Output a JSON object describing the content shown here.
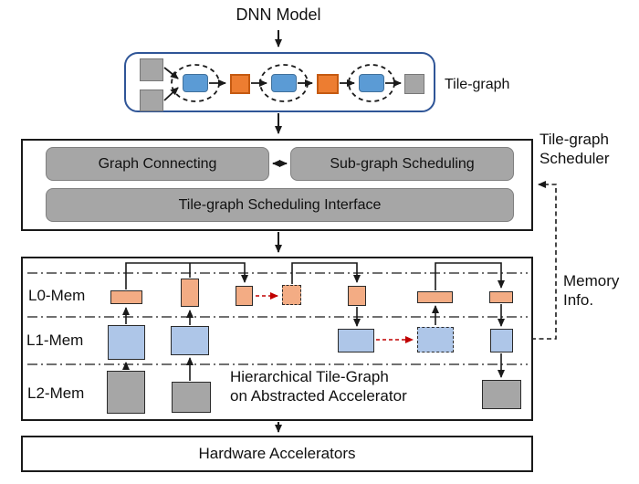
{
  "dnn_title": "DNN Model",
  "tile_graph": {
    "label": "Tile-graph"
  },
  "scheduler": {
    "label": [
      "Tile-graph",
      "Scheduler"
    ],
    "graph_connecting": "Graph Connecting",
    "sub_graph_scheduling": "Sub-graph Scheduling",
    "interface": "Tile-graph Scheduling Interface"
  },
  "memory": {
    "levels": [
      "L0-Mem",
      "L1-Mem",
      "L2-Mem"
    ],
    "caption": [
      "Hierarchical Tile-Graph",
      "on Abstracted Accelerator"
    ],
    "info": [
      "Memory",
      "Info."
    ]
  },
  "hardware": {
    "label": "Hardware Accelerators"
  },
  "colors": {
    "tile_box_border": "#2F5597",
    "node_blue": "#5B9BD5",
    "node_orange": "#ED7D31",
    "node_gray": "#A6A6A6",
    "l0_fill": "#F3AC84",
    "l1_fill": "#AEC6E8",
    "red_arrow": "#C00000",
    "line": "#1A1A1A"
  }
}
